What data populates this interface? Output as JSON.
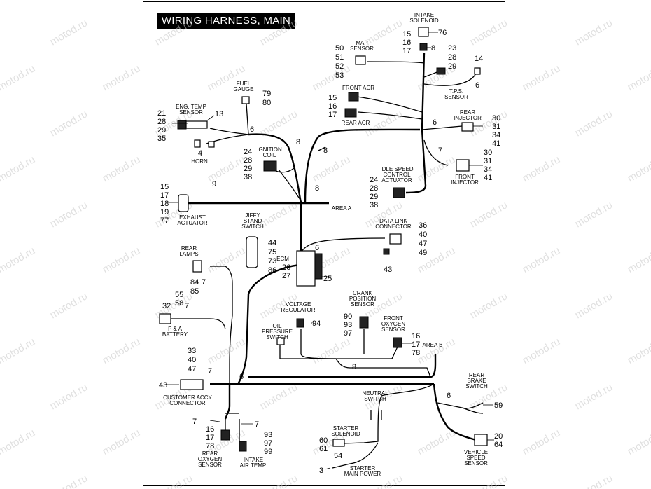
{
  "title": "WIRING HARNESS, MAIN",
  "watermark": "motod.ru",
  "labels": {
    "intake_solenoid": [
      "INTAKE",
      "SOLENOID"
    ],
    "map_sensor": [
      "MAP",
      "SENSOR"
    ],
    "fuel_gauge": [
      "FUEL",
      "GAUGE"
    ],
    "eng_temp_sensor": [
      "ENG. TEMP",
      "SENSOR"
    ],
    "horn": "HORN",
    "front_acr": "FRONT ACR",
    "rear_acr": "REAR ACR",
    "tps_sensor": [
      "T.P.S.",
      "SENSOR"
    ],
    "rear_injector": [
      "REAR",
      "INJECTOR"
    ],
    "front_injector": [
      "FRONT",
      "INJECTOR"
    ],
    "ignition_coil": [
      "IGNITION",
      "COIL"
    ],
    "idle_speed": [
      "IDLE SPEED",
      "CONTROL",
      "ACTUATOR"
    ],
    "exhaust_actuator": [
      "EXHAUST",
      "ACTUATOR"
    ],
    "area_a": "AREA A",
    "jiffy_stand": [
      "JIFFY",
      "STAND",
      "SWITCH"
    ],
    "data_link": [
      "DATA LINK",
      "CONNECTOR"
    ],
    "ecm": "ECM",
    "rear_lamps": [
      "REAR",
      "LAMPS"
    ],
    "pa_battery": [
      "P & A",
      "BATTERY"
    ],
    "voltage_regulator": [
      "VOLTAGE",
      "REGULATOR"
    ],
    "crank_position": [
      "CRANK",
      "POSITION",
      "SENSOR"
    ],
    "oil_pressure": [
      "OIL",
      "PRESSURE",
      "SWITCH"
    ],
    "front_oxygen": [
      "FRONT",
      "OXYGEN",
      "SENSOR"
    ],
    "area_b": "AREA B",
    "customer_accy": [
      "CUSTOMER ACCY",
      "CONNECTOR"
    ],
    "rear_brake": [
      "REAR",
      "BRAKE",
      "SWITCH"
    ],
    "neutral_switch": [
      "NEUTRAL",
      "SWITCH"
    ],
    "starter_solenoid": [
      "STARTER",
      "SOLENOID"
    ],
    "rear_oxygen": [
      "REAR",
      "OXYGEN",
      "SENSOR"
    ],
    "intake_air_temp": [
      "INTAKE",
      "AIR TEMP."
    ],
    "starter_main_power": [
      "STARTER",
      "MAIN POWER"
    ],
    "vehicle_speed": [
      "VEHICLE",
      "SPEED",
      "SENSOR"
    ]
  },
  "callouts": {
    "intake_solenoid": [
      "76",
      "15",
      "16",
      "17",
      "8"
    ],
    "map_sensor": [
      "50",
      "51",
      "52",
      "53"
    ],
    "tps": [
      "23",
      "28",
      "29",
      "14",
      "6"
    ],
    "fuel_gauge": [
      "79",
      "80"
    ],
    "eng_temp": [
      "21",
      "28",
      "29",
      "35",
      "13",
      "6"
    ],
    "horn": "4",
    "front_acr": [
      "15",
      "16",
      "17"
    ],
    "rear_injector": [
      "6",
      "30",
      "31",
      "34",
      "41"
    ],
    "ignition": [
      "24",
      "28",
      "29",
      "38",
      "8",
      "8"
    ],
    "front_injector": [
      "7",
      "30",
      "31",
      "34",
      "41"
    ],
    "idle_speed": [
      "24",
      "28",
      "29",
      "38"
    ],
    "exhaust": [
      "15",
      "17",
      "18",
      "19",
      "77",
      "9"
    ],
    "area_a": "8",
    "data_link": [
      "36",
      "40",
      "47",
      "49",
      "43"
    ],
    "jiffy": [
      "44",
      "75",
      "73",
      "86"
    ],
    "ecm": [
      "6",
      "26",
      "27",
      "25"
    ],
    "rear_lamps": [
      "84",
      "85",
      "7"
    ],
    "pa_battery": [
      "55",
      "58",
      "32",
      "7"
    ],
    "voltage_regulator": "94",
    "crank": [
      "90",
      "93",
      "97"
    ],
    "front_oxygen": [
      "16",
      "17",
      "78"
    ],
    "oil_pressure": "8",
    "customer_accy": [
      "33",
      "40",
      "47",
      "43",
      "7",
      "6"
    ],
    "rear_brake": [
      "6",
      "59"
    ],
    "rear_oxygen": [
      "7",
      "16",
      "17",
      "78"
    ],
    "intake_air": [
      "7",
      "93",
      "97",
      "99"
    ],
    "starter_solenoid": [
      "60",
      "61",
      "54"
    ],
    "starter_main": "3",
    "vehicle_speed": [
      "20",
      "64"
    ]
  }
}
